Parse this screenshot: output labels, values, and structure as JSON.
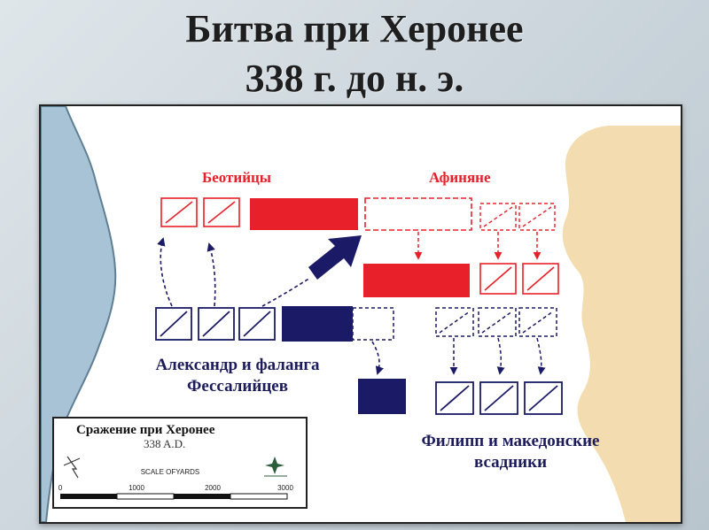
{
  "header": {
    "title_line1": "Битва при Херонее",
    "title_line2": "338 г. до н. э."
  },
  "labels": {
    "boeotians": "Беотийцы",
    "athenians": "Афиняне",
    "alexander_line1": "Александр и фаланга",
    "alexander_line2": "Фессалийцев",
    "philip_line1": "Филипп и македонские",
    "philip_line2": "всадники"
  },
  "legend": {
    "title": "Сражение при Херонее",
    "subtitle": "338 A.D.",
    "scale_caption": "SCALE OFYARDS",
    "ticks": [
      "0",
      "1000",
      "2000",
      "3000"
    ]
  },
  "colors": {
    "red": "#e8202a",
    "navy": "#1a1a66",
    "river": "#a9c3d6",
    "river_edge": "#5f7f95",
    "hills": "#f3ddb0"
  }
}
